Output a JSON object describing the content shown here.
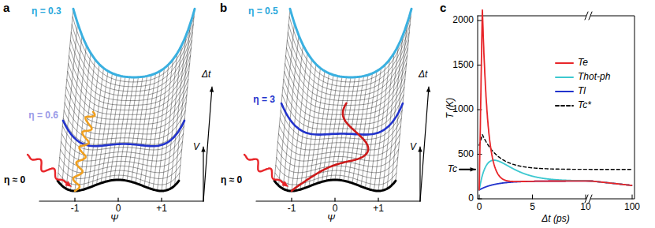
{
  "diagram": {
    "labels": [
      "a",
      "η = 0.3",
      "η = 0.6",
      "η ≈ 0",
      "Ψ",
      "-1",
      "0",
      "+1",
      "V",
      "Δt",
      "b",
      "η = 0.5",
      "η = 3",
      "η ≈ 0",
      "Ψ",
      "-1",
      "0",
      "+1",
      "V",
      "Δt",
      "c",
      "T (K)",
      "0",
      "500",
      "1000",
      "1500",
      "2000",
      "Tc",
      "0",
      "5",
      "10",
      "100",
      "Δt (ps)"
    ],
    "legend": [
      {
        "text": "Te"
      },
      {
        "text": "Thot-ph"
      },
      {
        "text": "Tl"
      },
      {
        "text": "Tc*"
      }
    ]
  }
}
